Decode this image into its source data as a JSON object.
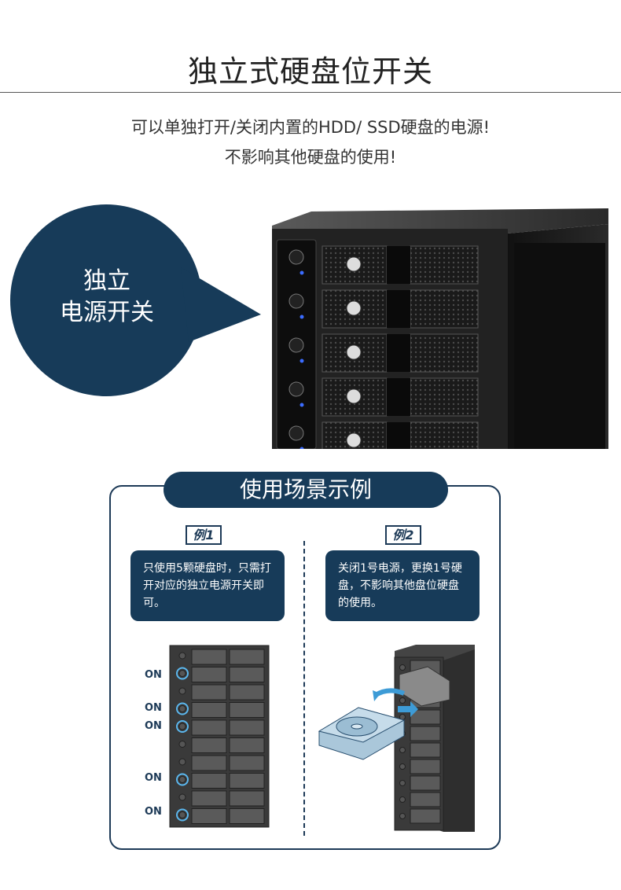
{
  "header": {
    "title": "独立式硬盘位开关",
    "subtitle_line1": "可以单独打开/关闭内置的HDD/ SSD硬盘的电源!",
    "subtitle_line2": "不影响其他硬盘的使用!"
  },
  "bubble": {
    "line1": "独立",
    "line2": "电源开关"
  },
  "scenarios": {
    "heading": "使用场景示例",
    "example1": {
      "label": "例1",
      "text": "只使用5颗硬盘时，只需打开对应的独立电源开关即可。",
      "on_labels": [
        "ON",
        "ON",
        "ON",
        "ON",
        "ON"
      ]
    },
    "example2": {
      "label": "例2",
      "text": "关闭1号电源，更换1号硬盘，不影响其他盘位硬盘的使用。"
    }
  },
  "colors": {
    "navy": "#173b59",
    "text": "#222222"
  }
}
